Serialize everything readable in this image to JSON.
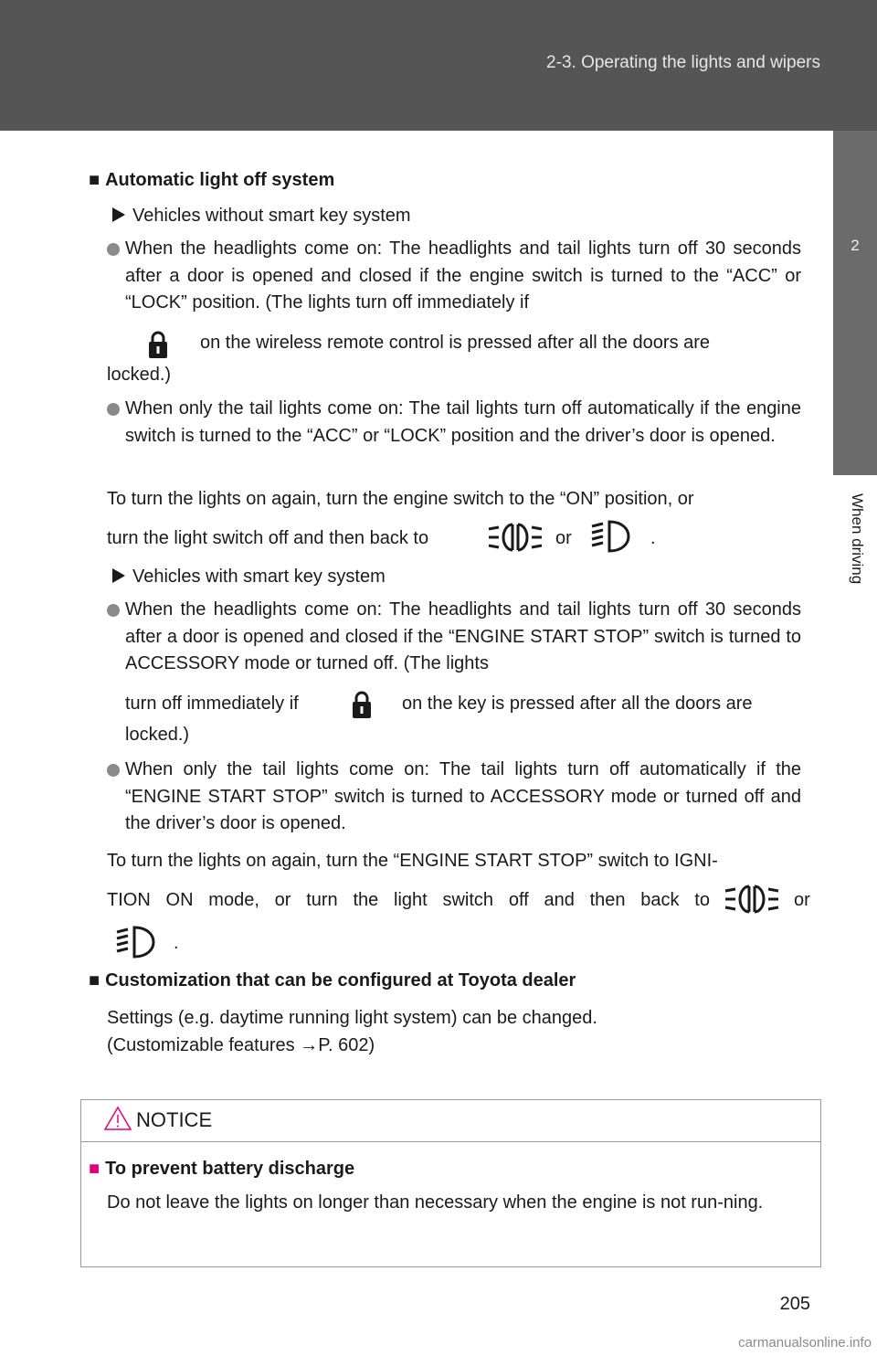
{
  "header": {
    "title": "2-3. Operating the lights and wipers"
  },
  "side_tab": {
    "number": "2",
    "label": "When driving"
  },
  "section1": {
    "heading": "Automatic light off system",
    "sub1": "Vehicles without smart key system",
    "b1_text": "When the headlights come on: The headlights and tail lights turn off 30 seconds after a door is opened and closed if the engine switch is turned to the “ACC” or “LOCK” position. (The lights turn off immediately if",
    "b1_cont": "on the wireless remote control is pressed after all the doors are",
    "b1_end": "locked.)",
    "b2_text": "When only the tail lights come on: The tail lights turn off automatically if the engine switch is turned to the “ACC” or “LOCK” position and the driver’s door is opened.",
    "p1_line1": "To turn the lights on again, turn the engine switch to the “ON” position, or",
    "p1_line2_a": "turn the light switch off and then back to",
    "p1_line2_or": "or",
    "p1_line2_end": ".",
    "sub2": "Vehicles with smart key system",
    "b3_text": "When the headlights come on: The headlights and tail lights turn off 30 seconds after a door is opened and closed if the “ENGINE START STOP” switch is turned to ACCESSORY mode or turned off. (The lights",
    "b3_line4_a": "turn off immediately if",
    "b3_line4_b": "on the key is pressed after all the doors are",
    "b3_end": "locked.)",
    "b4_text": "When only the tail lights come on: The tail lights turn off automatically if the “ENGINE START STOP” switch is turned to ACCESSORY mode or turned off and the driver’s door is opened.",
    "p2_line1": "To turn the lights on again, turn the “ENGINE START STOP” switch to IGNI-",
    "p2_line2_a": "TION ON mode, or turn the light switch off and then back to",
    "p2_line2_or": "or",
    "p2_line3_end": "."
  },
  "section2": {
    "heading": "Customization that can be configured at Toyota dealer",
    "line1": "Settings (e.g. daytime running light system) can be changed.",
    "line2": "(Customizable features →P. 602)"
  },
  "notice": {
    "title": "NOTICE",
    "heading": "To prevent battery discharge",
    "text": "Do not leave the lights on longer than necessary when the engine is not run-ning."
  },
  "page_number": "205",
  "watermark": "carmanualsonline.info",
  "icons": {
    "lock": "lock-icon",
    "tail_light": "tail-light-icon",
    "headlight": "headlight-icon"
  }
}
